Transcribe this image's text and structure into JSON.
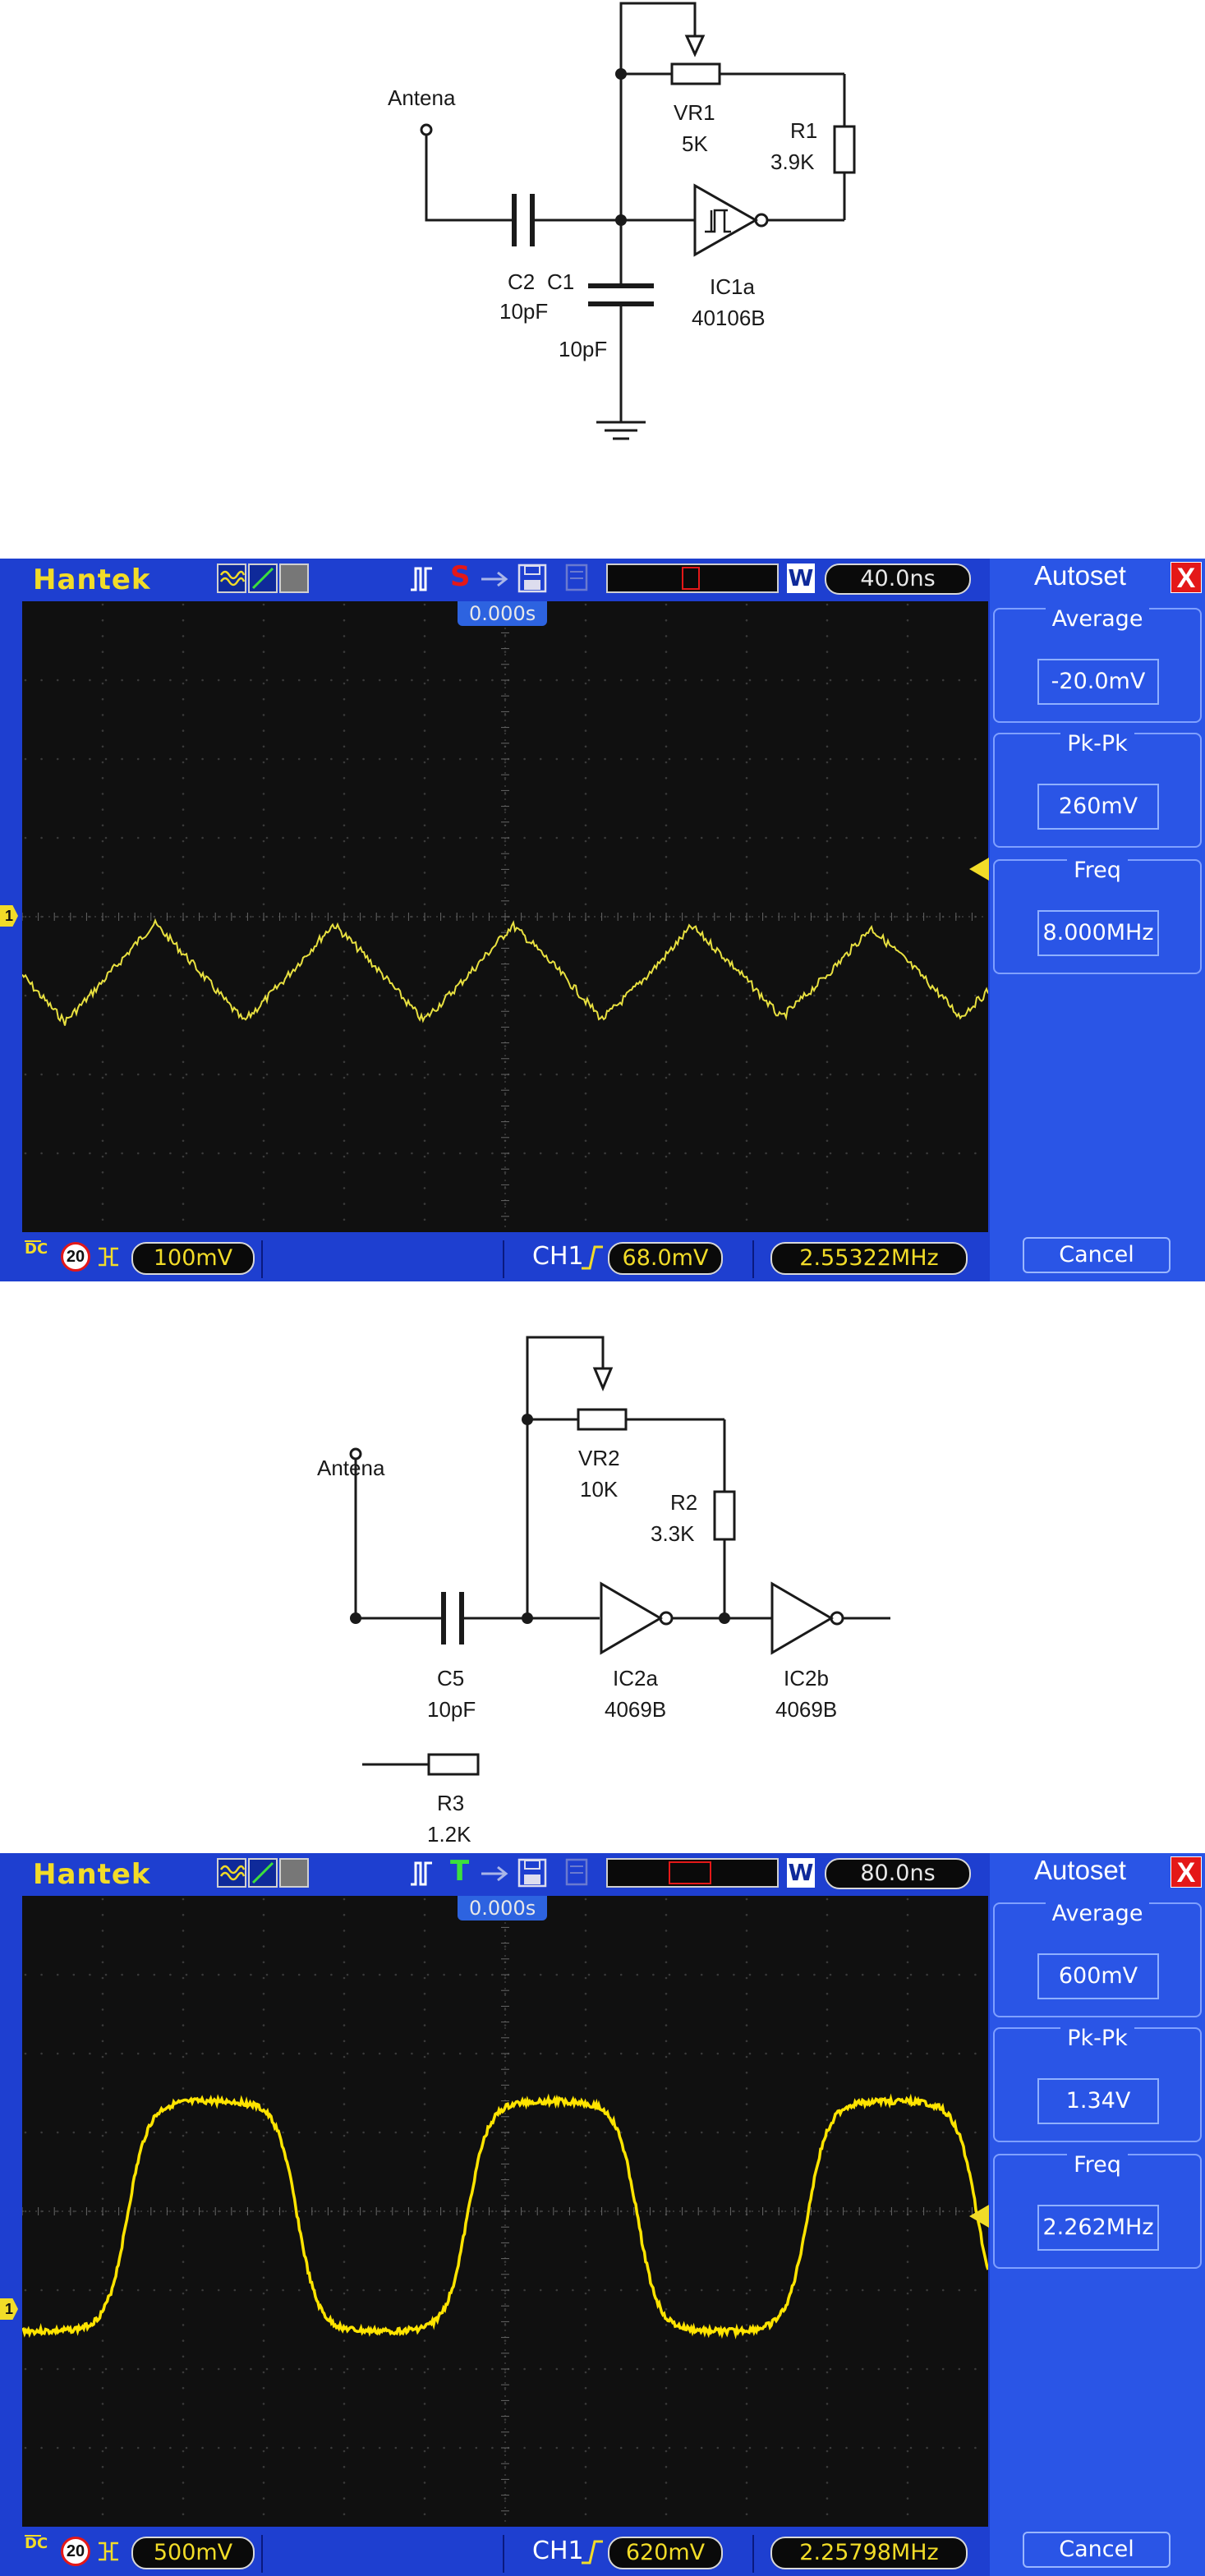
{
  "schematic1": {
    "antenna": "Antena",
    "vr1_name": "VR1",
    "vr1_value": "5K",
    "r1_name": "R1",
    "r1_value": "3.9K",
    "c2_label": "C2",
    "c2_value": "10pF",
    "c1_label": "C1",
    "c1_value": "10pF",
    "ic_name": "IC1a",
    "ic_part": "40106B"
  },
  "scope1": {
    "brand": "Hantek",
    "trigger_mode": "S",
    "timebase": "40.0ns",
    "time_offset": "0.000s",
    "window_indicator": "W",
    "channel_marker": "1",
    "volts_div": "100mV",
    "bw_limit": "20",
    "coupling": "DC",
    "channel": "CH1",
    "trigger_level": "68.0mV",
    "counter": "2.55322MHz",
    "sidebar": {
      "title": "Autoset",
      "close": "X",
      "measurements": [
        {
          "label": "Average",
          "value": "-20.0mV"
        },
        {
          "label": "Pk-Pk",
          "value": "260mV"
        },
        {
          "label": "Freq",
          "value": "8.000MHz"
        }
      ],
      "cancel": "Cancel"
    },
    "trace_color": "#e8e040",
    "waveform": "triangle"
  },
  "schematic2": {
    "antenna": "Antena",
    "vr2_name": "VR2",
    "vr2_value": "10K",
    "r2_name": "R2",
    "r2_value": "3.3K",
    "c5_name": "C5",
    "c5_value": "10pF",
    "ic2a_name": "IC2a",
    "ic2a_part": "4069B",
    "ic2b_name": "IC2b",
    "ic2b_part": "4069B",
    "r3_name": "R3",
    "r3_value": "1.2K"
  },
  "scope2": {
    "brand": "Hantek",
    "trigger_mode": "T",
    "timebase": "80.0ns",
    "time_offset": "0.000s",
    "window_indicator": "W",
    "channel_marker": "1",
    "volts_div": "500mV",
    "bw_limit": "20",
    "coupling": "DC",
    "channel": "CH1",
    "trigger_level": "620mV",
    "counter": "2.25798MHz",
    "sidebar": {
      "title": "Autoset",
      "close": "X",
      "measurements": [
        {
          "label": "Average",
          "value": "600mV"
        },
        {
          "label": "Pk-Pk",
          "value": "1.34V"
        },
        {
          "label": "Freq",
          "value": "2.262MHz"
        }
      ],
      "cancel": "Cancel"
    },
    "trace_color": "#ffe400",
    "waveform": "rounded-square"
  }
}
